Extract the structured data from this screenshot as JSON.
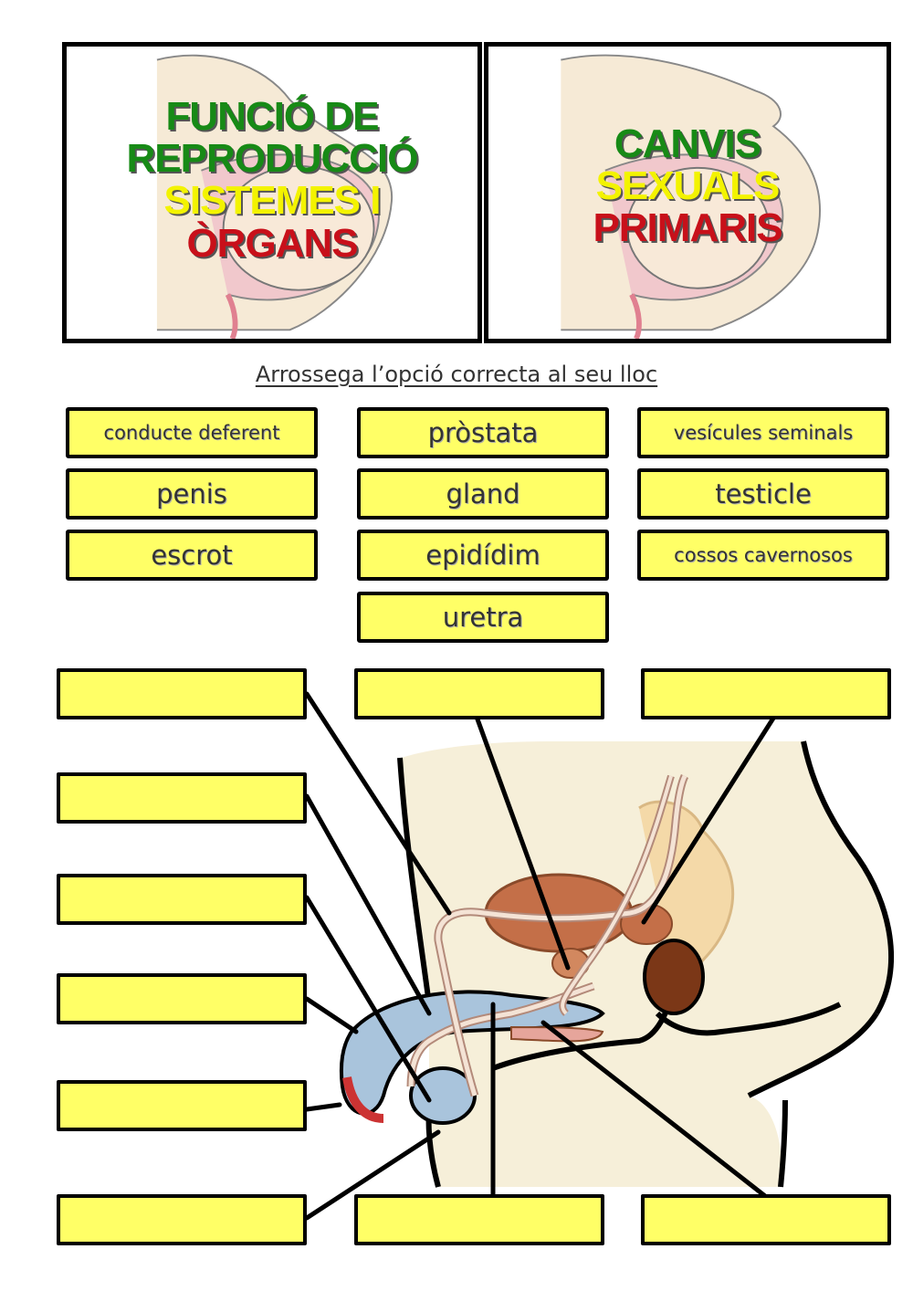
{
  "header": {
    "left_title": {
      "line1": "FUNCIÓ DE",
      "line2": "REPRODUCCIÓ",
      "line3": "SISTEMES I",
      "line4": "ÒRGANS"
    },
    "right_title": {
      "line1": "CANVIS",
      "line2": "SEXUALS",
      "line3": "PRIMARIS"
    }
  },
  "instruction": "Arrossega l’opció correcta al seu lloc",
  "options": [
    {
      "label": "conducte deferent"
    },
    {
      "label": "pròstata"
    },
    {
      "label": "vesícules seminals"
    },
    {
      "label": "penis"
    },
    {
      "label": "gland"
    },
    {
      "label": "testicle"
    },
    {
      "label": "escrot"
    },
    {
      "label": "epidídim"
    },
    {
      "label": "cossos cavernosos"
    },
    {
      "label": "uretra"
    }
  ],
  "colors": {
    "box_yellow": "#ffff66",
    "title_green": "#178a16",
    "title_yellow": "#f3f300",
    "title_red": "#c8101a",
    "bladder_brown": "#c46f48",
    "erectile_blue": "#a9c4dc",
    "skin": "#f6efd9"
  }
}
